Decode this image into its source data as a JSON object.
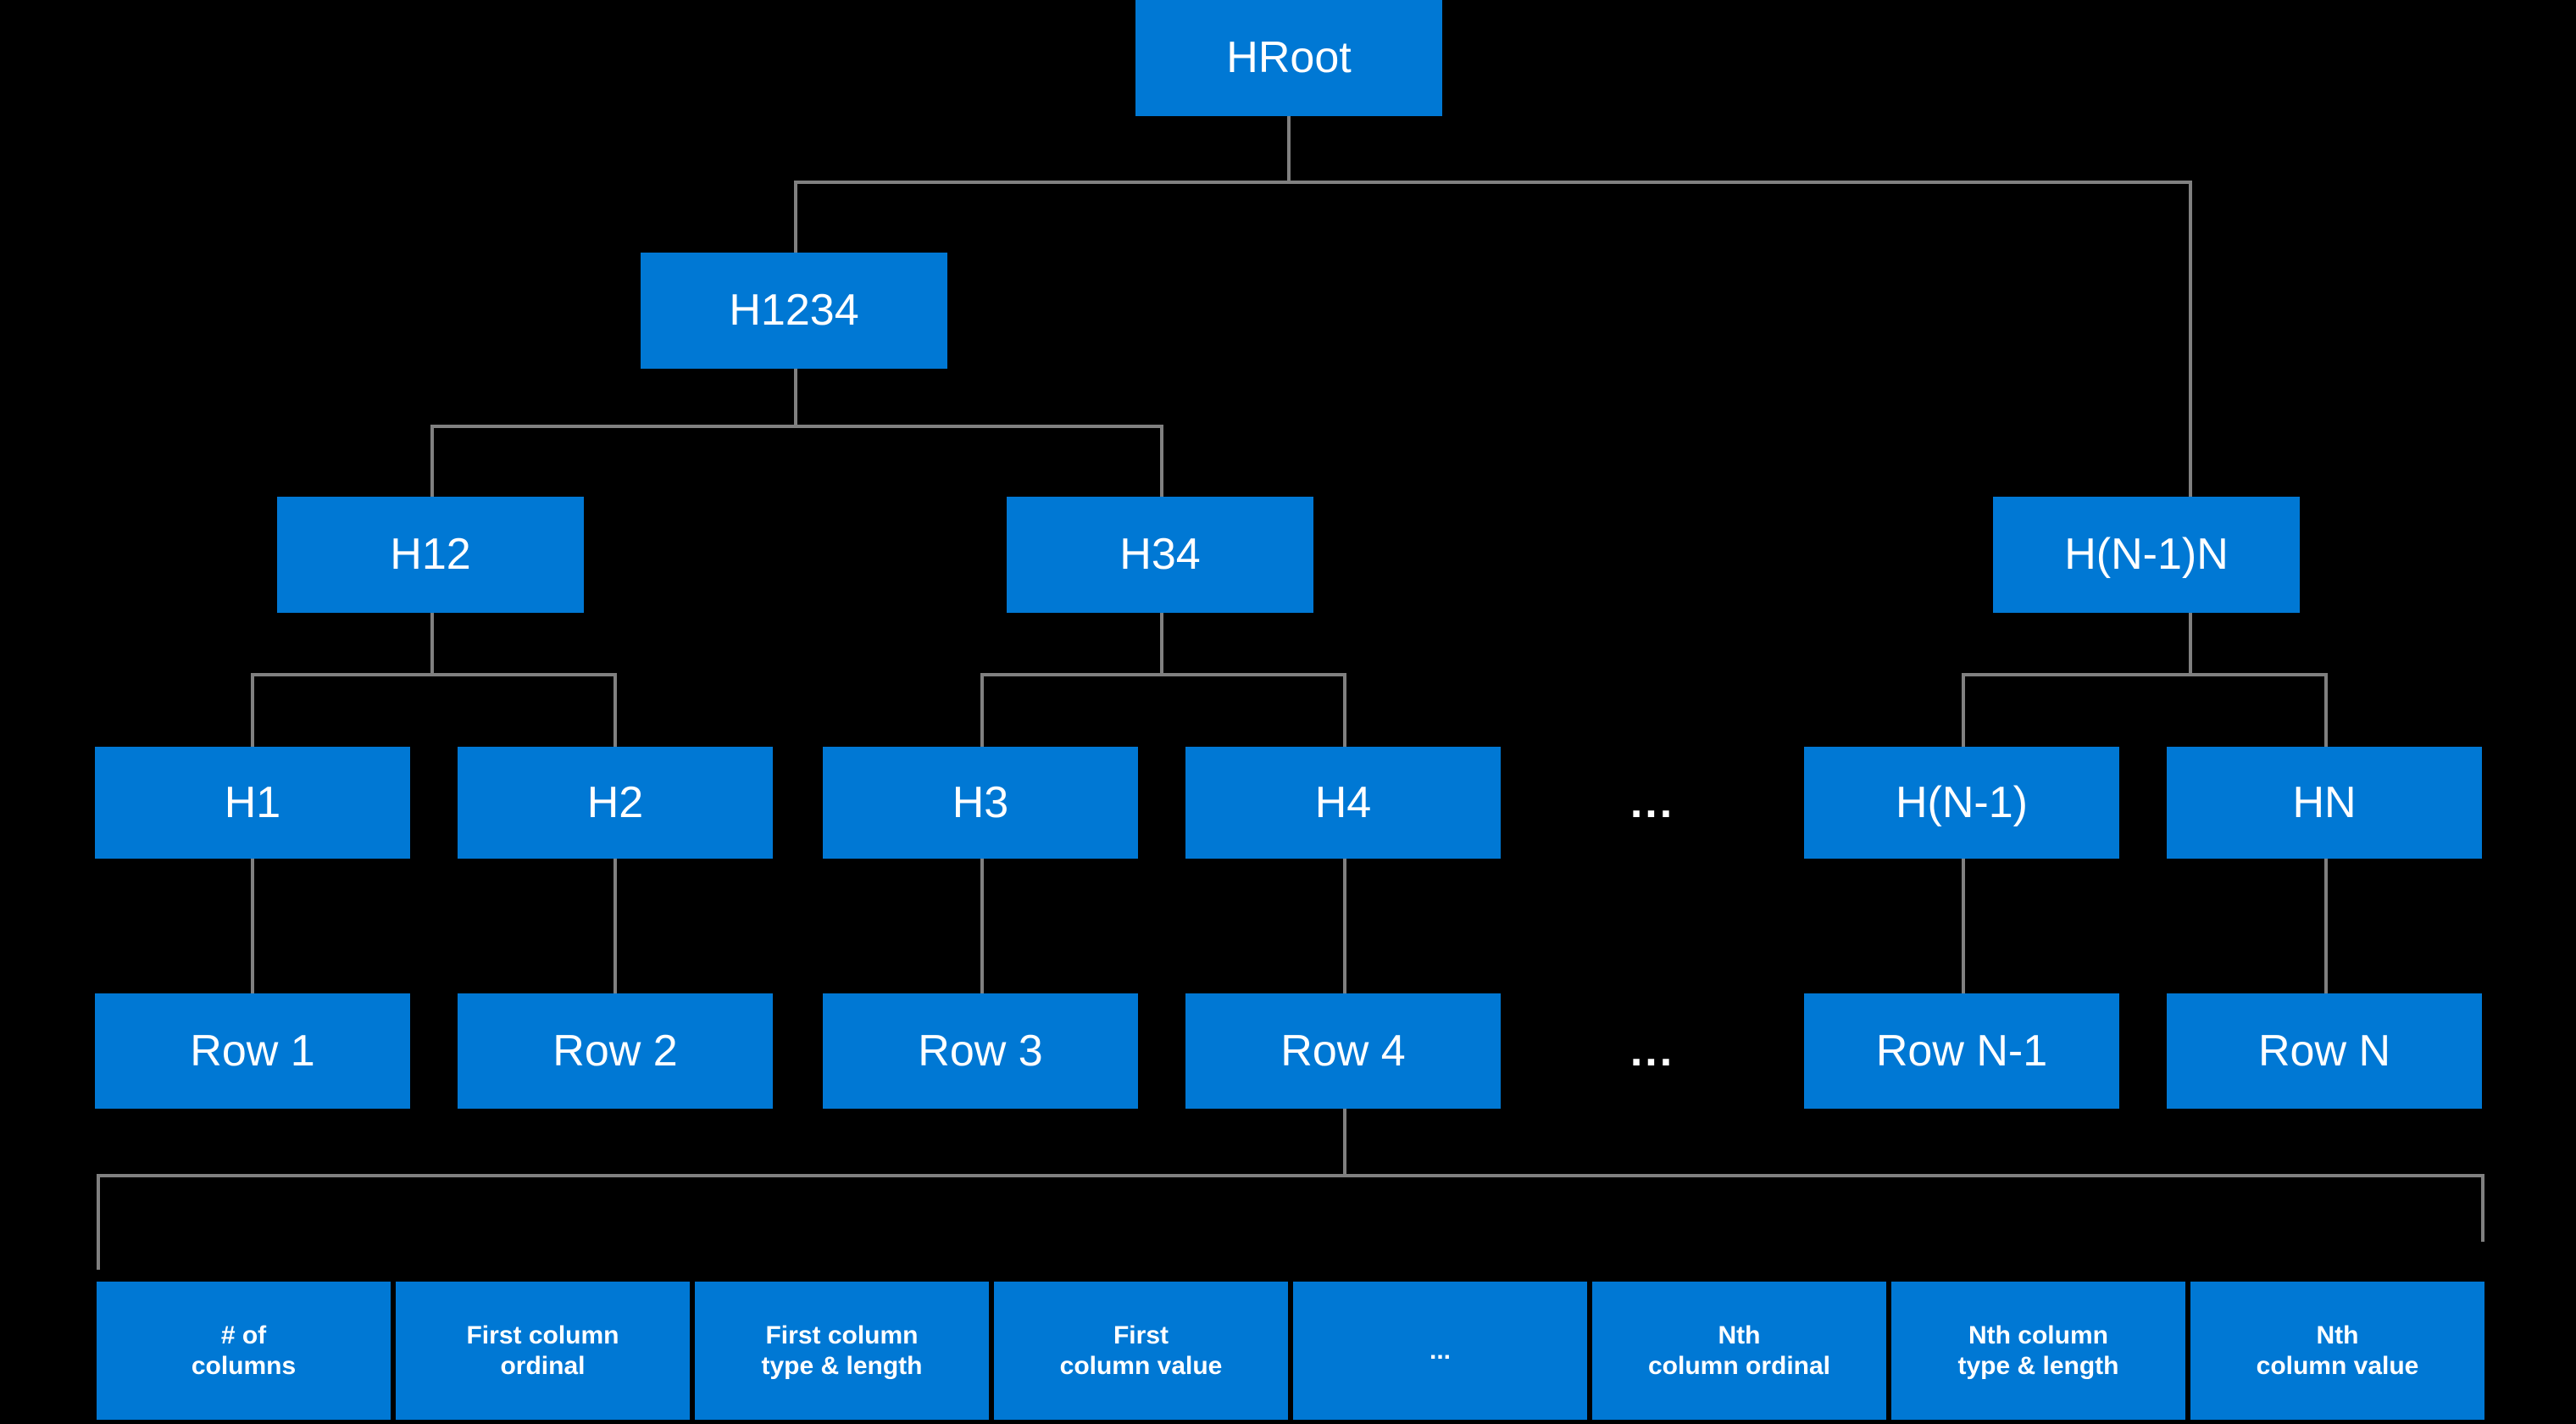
{
  "diagram": {
    "title": "Merkle-style hash tree over table rows",
    "background_color": "#000000",
    "node_color": "#0078D4",
    "node_text_color": "#FFFFFF",
    "connector_color": "#808080",
    "levels": {
      "root": {
        "label": "HRoot"
      },
      "level2": [
        {
          "label": "H1234"
        }
      ],
      "level3": [
        {
          "label": "H12"
        },
        {
          "label": "H34"
        },
        {
          "label": "H(N-1)N"
        }
      ],
      "level4": [
        {
          "label": "H1"
        },
        {
          "label": "H2"
        },
        {
          "label": "H3"
        },
        {
          "label": "H4"
        },
        {
          "label": "H(N-1)"
        },
        {
          "label": "HN"
        }
      ],
      "level5": [
        {
          "label": "Row 1"
        },
        {
          "label": "Row 2"
        },
        {
          "label": "Row 3"
        },
        {
          "label": "Row 4"
        },
        {
          "label": "Row N-1"
        },
        {
          "label": "Row N"
        }
      ],
      "level6": [
        {
          "label": "# of\ncolumns"
        },
        {
          "label": "First column\nordinal"
        },
        {
          "label": "First column\ntype & length"
        },
        {
          "label": "First\ncolumn value"
        },
        {
          "label": "..."
        },
        {
          "label": "Nth\ncolumn ordinal"
        },
        {
          "label": "Nth column\ntype & length"
        },
        {
          "label": "Nth\ncolumn value"
        }
      ]
    },
    "ellipses": {
      "hash_level": "...",
      "row_level": "..."
    }
  }
}
